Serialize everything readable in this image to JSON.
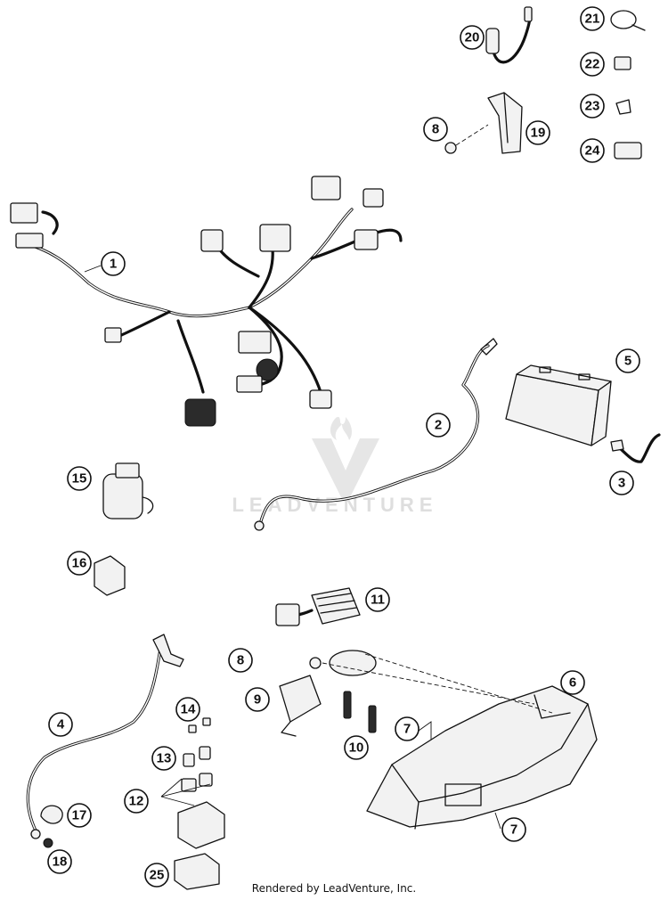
{
  "watermark": {
    "text": "LEADVENTURE"
  },
  "credit": "Rendered by LeadVenture, Inc.",
  "callouts": {
    "c1": "1",
    "c2": "2",
    "c3": "3",
    "c4": "4",
    "c5": "5",
    "c6": "6",
    "c7a": "7",
    "c7b": "7",
    "c8a": "8",
    "c8b": "8",
    "c9": "9",
    "c10": "10",
    "c11": "11",
    "c12": "12",
    "c13": "13",
    "c14": "14",
    "c15": "15",
    "c16": "16",
    "c17": "17",
    "c18": "18",
    "c19": "19",
    "c20": "20",
    "c21": "21",
    "c22": "22",
    "c23": "23",
    "c24": "24",
    "c25": "25"
  }
}
